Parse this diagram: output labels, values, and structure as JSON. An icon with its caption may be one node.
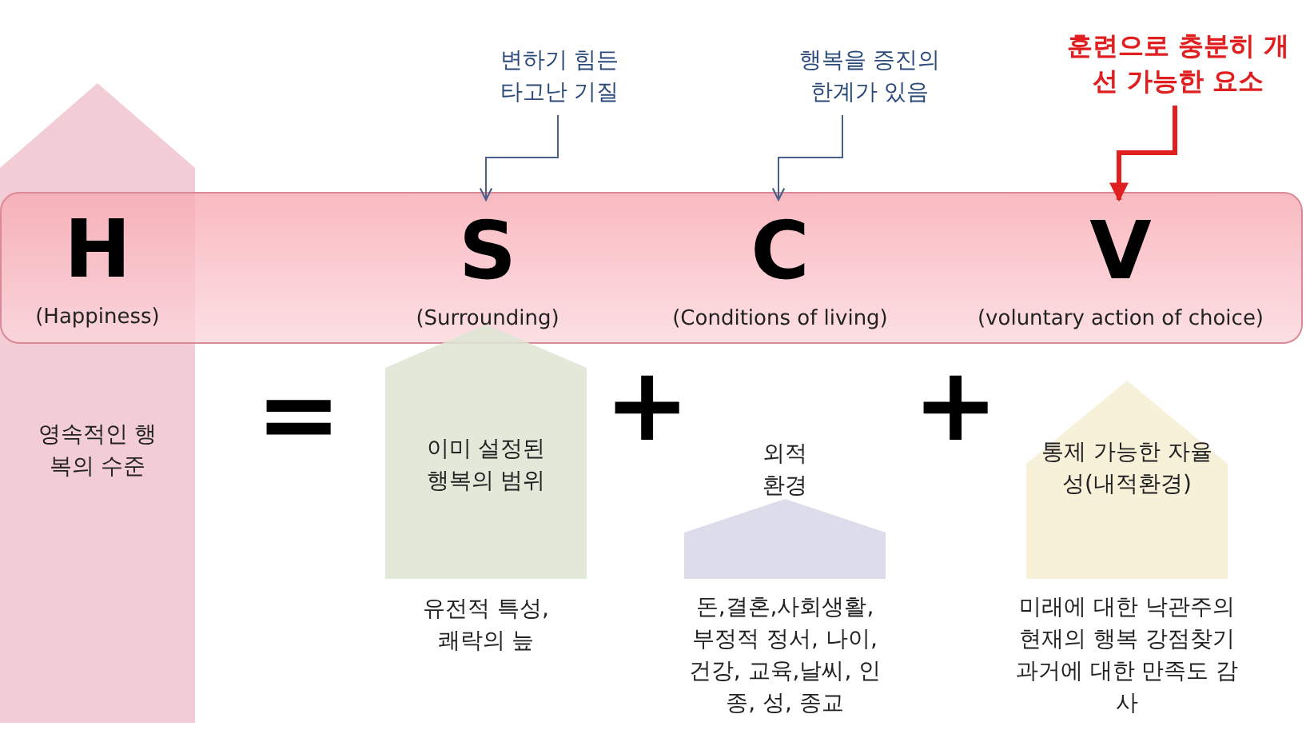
{
  "diagram": {
    "nodes": [
      {
        "text": [],
        "shape": "bar"
      },
      {
        "text": [
          "H",
          "(Happiness)"
        ]
      },
      {
        "text": [
          "S",
          "(Surrounding)"
        ],
        "in": 0
      },
      {
        "text": [
          "C",
          "(Conditions of living)"
        ],
        "in": 0
      },
      {
        "text": [
          "V",
          "(voluntary action of choice)"
        ],
        "in": 0
      },
      {
        "text": [
          "영속적인 행복의 수준"
        ]
      },
      {
        "text": [
          "이미 설정된 행복의 범위"
        ],
        "beside": [
          "유전적 특성, 쾌락의 늪"
        ]
      },
      {
        "text": [
          "외적 환경"
        ],
        "beside": [
          "돈,결혼,사회생활, 부정적 정서, 나이, 건강, 교육,날씨, 인종, 성, 종교"
        ]
      },
      {
        "text": [
          "통제 가능한 자율성(내적환경)"
        ],
        "beside": [
          "미래에 대한 낙관주의 현재의 행복 강점찾기 과거에 대한 만족도 감사"
        ]
      },
      {
        "text": [
          "변하기 힘든 타고난 기질"
        ]
      },
      {
        "text": [
          "행복을 증진의 한계가 있음"
        ]
      },
      {
        "text": [
          "훈련으로 충분히 개선 가능한 요소"
        ]
      }
    ],
    "edges": [
      {
        "from": 9,
        "to": 2,
        "arrow": "to"
      },
      {
        "from": 10,
        "to": 3,
        "arrow": "to"
      },
      {
        "from": 11,
        "to": 4,
        "arrow": "to",
        "style": "thick",
        "color": "#e02020"
      }
    ],
    "labels": [
      "=",
      "+",
      "+"
    ]
  }
}
